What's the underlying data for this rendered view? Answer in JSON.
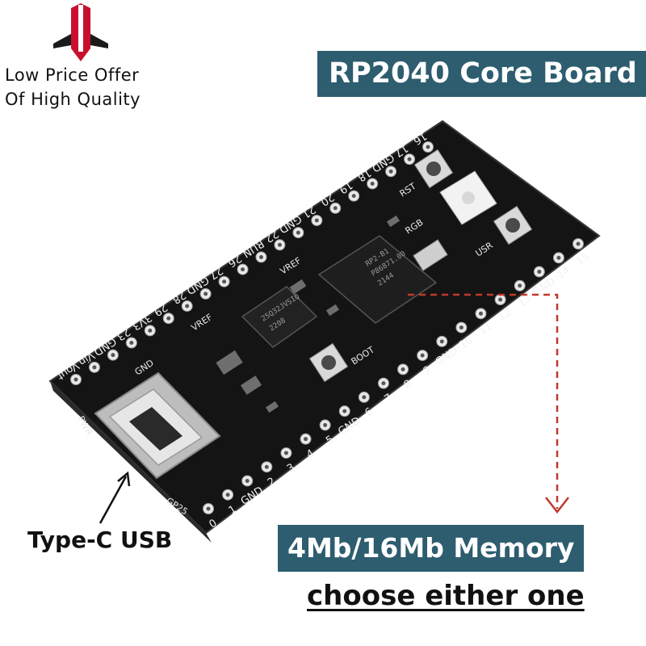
{
  "brand": {
    "logo_icon": "rocket-shield-icon",
    "slogan_line1": "Low Price Offer",
    "slogan_line2": "Of High Quality"
  },
  "title": "RP2040 Core Board",
  "memory_banner": "4Mb/16Mb Memory",
  "memory_note": "choose either one",
  "usb_label": "Type-C USB",
  "colors": {
    "banner": "#2d5d6f",
    "pcb": "#141414",
    "arrow": "#c0392b",
    "logo_red": "#c8102e"
  },
  "board": {
    "top_pins": [
      "16",
      "17",
      "GND",
      "18",
      "19",
      "20",
      "21",
      "GND",
      "22",
      "RUN",
      "26",
      "27",
      "GND",
      "28",
      "29",
      "3V3",
      "23",
      "GND",
      "Vin",
      "Vout"
    ],
    "bottom_pins": [
      "0",
      "1",
      "GND",
      "2",
      "3",
      "4",
      "5",
      "GND",
      "6",
      "7",
      "8",
      "9",
      "GND",
      "10",
      "11",
      "12",
      "13",
      "GND",
      "14",
      "15"
    ],
    "silkscreen": {
      "boot": "BOOT",
      "rst": "RST",
      "rgb": "RGB",
      "vref1": "VREF",
      "vref2": "VREF",
      "gp": "GP25",
      "usr": "USR",
      "pwr": "PWR",
      "gnd": "GND"
    },
    "chips": {
      "mcu_line1": "RP2-B1",
      "mcu_line2": "P86871.00",
      "mcu_line3": "2144",
      "flash_line1": "25Q32JVSIQ",
      "flash_line2": "2208"
    }
  }
}
